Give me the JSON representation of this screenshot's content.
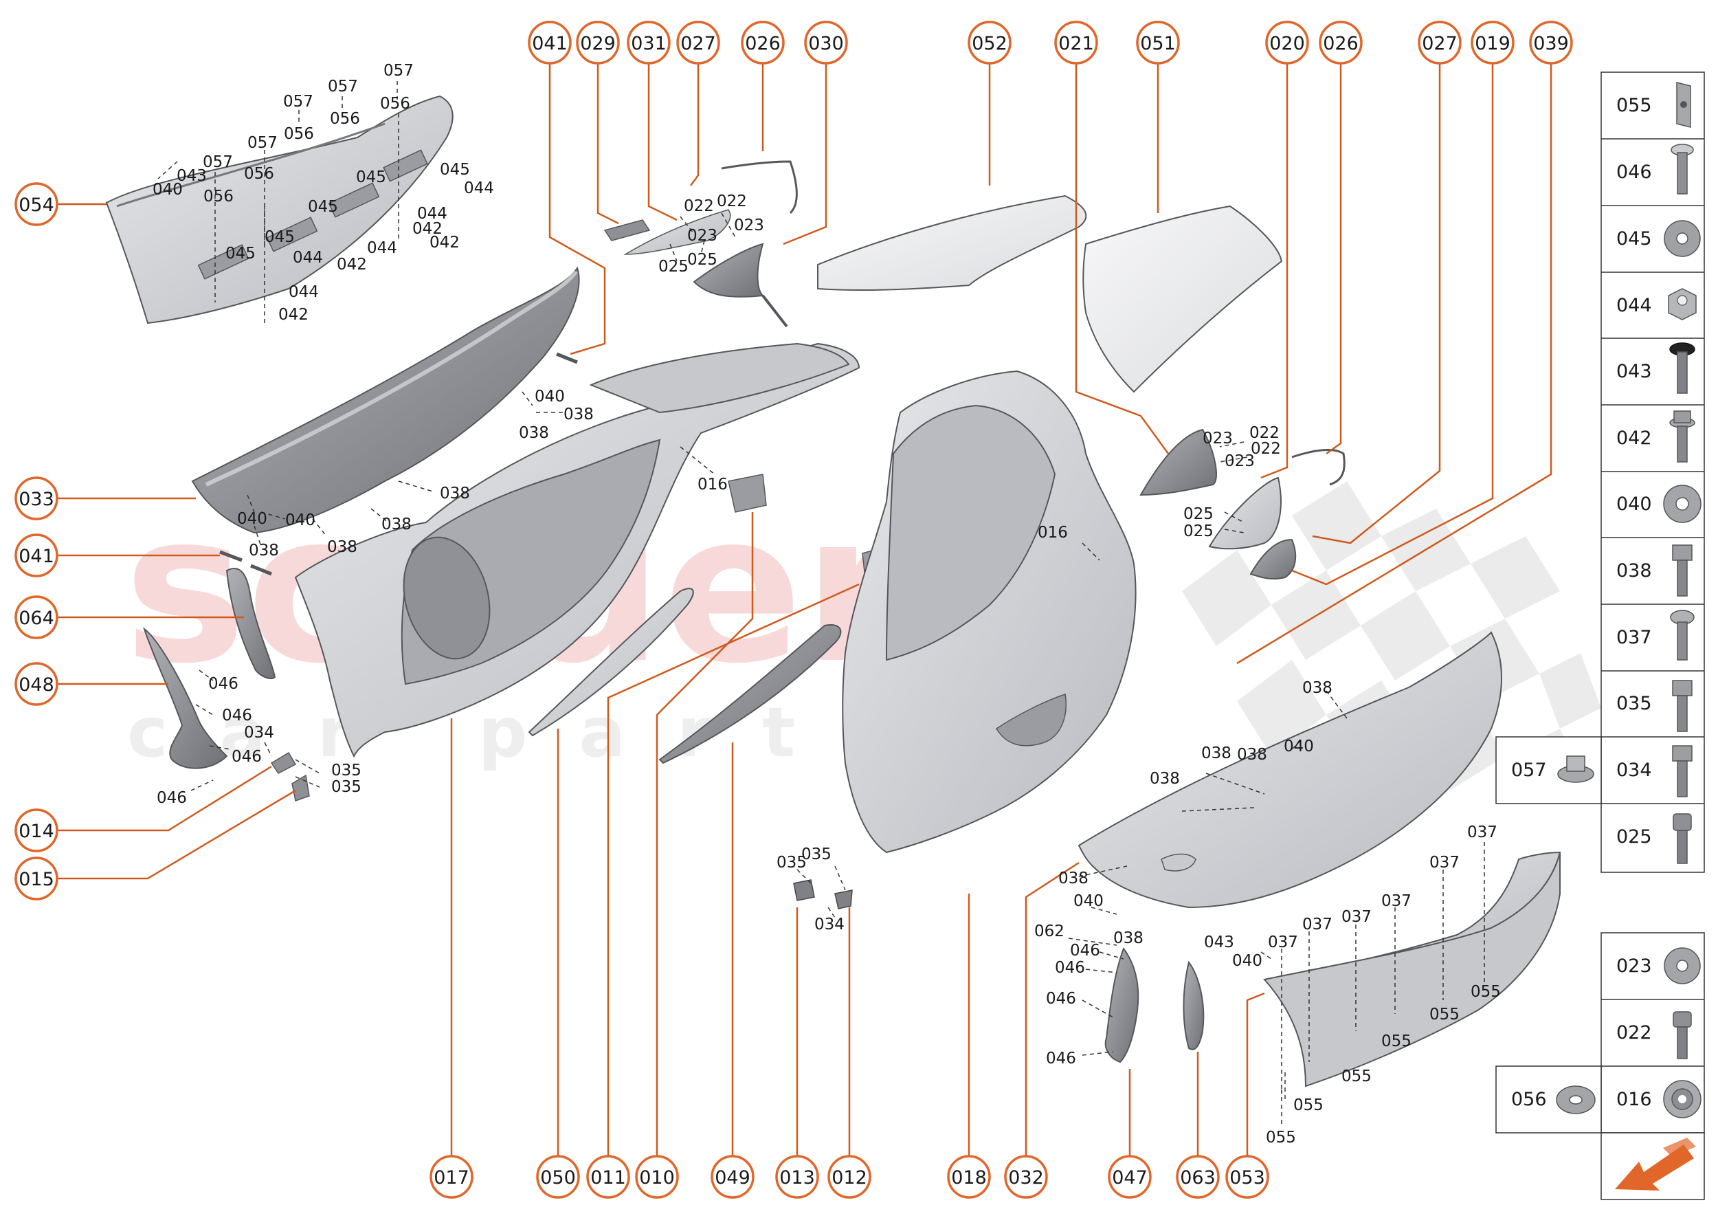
{
  "watermark": {
    "brand": "scuderia",
    "sub": "car parts"
  },
  "colors": {
    "accent": "#e0662a",
    "part_fill": "#d4d6da",
    "part_stroke": "#55575b",
    "leader": "#cf5a1e"
  },
  "top_callouts": [
    "041",
    "029",
    "031",
    "027",
    "026",
    "030",
    "052",
    "021",
    "051",
    "020",
    "026",
    "027",
    "019",
    "039"
  ],
  "bottom_callouts": [
    "017",
    "050",
    "011",
    "010",
    "049",
    "013",
    "012",
    "018",
    "032",
    "047",
    "063",
    "053"
  ],
  "left_callouts": [
    "054",
    "033",
    "041",
    "064",
    "048",
    "014",
    "015"
  ],
  "inline_labels": {
    "group_054": [
      "057",
      "057",
      "057",
      "056",
      "056",
      "057",
      "056",
      "057",
      "056",
      "040",
      "043",
      "056",
      "045",
      "045",
      "045",
      "045",
      "045",
      "044",
      "044",
      "044",
      "042",
      "042",
      "044",
      "042",
      "044",
      "042"
    ],
    "group_033": [
      "040",
      "038",
      "038",
      "038",
      "038",
      "040",
      "040",
      "038",
      "038"
    ],
    "group_window": [
      "022",
      "022",
      "023",
      "023",
      "025",
      "025"
    ],
    "group_016": [
      "016",
      "016"
    ],
    "group_mirror": [
      "023",
      "022",
      "022",
      "023",
      "025",
      "025"
    ],
    "group_048": [
      "046",
      "046",
      "046",
      "034",
      "035",
      "035",
      "046"
    ],
    "group_013": [
      "035",
      "035",
      "034"
    ],
    "group_032": [
      "038",
      "040",
      "038",
      "038",
      "038",
      "038",
      "040",
      "062",
      "046",
      "046",
      "046",
      "046"
    ],
    "group_053": [
      "037",
      "037",
      "037",
      "037",
      "037",
      "037",
      "043",
      "040",
      "055",
      "055",
      "055",
      "055",
      "055",
      "055",
      "055"
    ]
  },
  "legend": {
    "rows": [
      {
        "code": "055",
        "icon": "clip-icon"
      },
      {
        "code": "046",
        "icon": "screw-icon"
      },
      {
        "code": "045",
        "icon": "washer-icon"
      },
      {
        "code": "044",
        "icon": "nut-icon"
      },
      {
        "code": "043",
        "icon": "black-screw-icon"
      },
      {
        "code": "042",
        "icon": "flange-bolt-icon"
      },
      {
        "code": "040",
        "icon": "washer-icon"
      },
      {
        "code": "038",
        "icon": "hex-bolt-icon"
      },
      {
        "code": "037",
        "icon": "torx-screw-icon"
      },
      {
        "code": "035",
        "icon": "hex-bolt-icon"
      },
      {
        "code": "034",
        "icon": "hex-bolt-icon",
        "pair_code": "057",
        "pair_icon": "flange-nut-icon"
      },
      {
        "code": "025",
        "icon": "allen-screw-icon"
      }
    ],
    "rows_lower": [
      {
        "code": "023",
        "icon": "washer-icon"
      },
      {
        "code": "022",
        "icon": "allen-screw-icon"
      },
      {
        "code": "016",
        "icon": "cup-washer-icon",
        "pair_code": "056",
        "pair_icon": "washer-icon"
      }
    ],
    "nav_icon": "arrow-down-left-icon"
  }
}
